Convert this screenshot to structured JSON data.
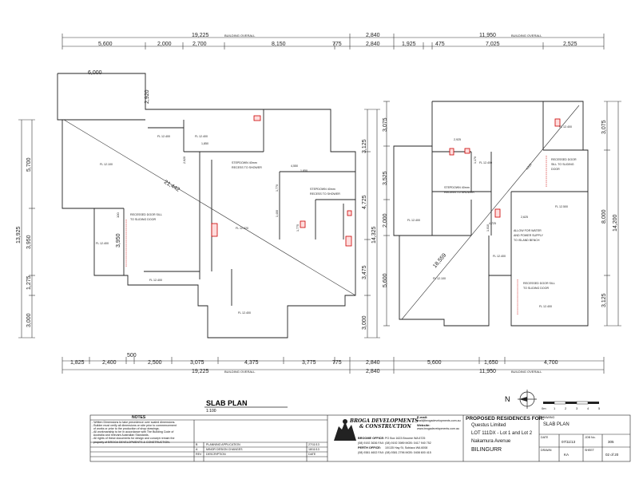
{
  "drawing": {
    "title": "SLAB PLAN",
    "scale": "1:100",
    "north_label": "N",
    "scale_bar_ticks": [
      "0m",
      "1",
      "2",
      "3",
      "4",
      "5"
    ]
  },
  "left_plan": {
    "top_overall": "19,225",
    "building_overall": "BUILDING OVERALL",
    "top_segments": [
      "5,600",
      "2,000",
      "2,700",
      "8,150",
      "775"
    ],
    "bottom_segments": [
      "1,825",
      "2,400",
      "500",
      "2,500",
      "3,075",
      "4,375",
      "3,775",
      "775"
    ],
    "bottom_overall": "19,225",
    "left_overall": "13,925",
    "left_segments": [
      "5,700",
      "3,950",
      "1,275",
      "3,000"
    ],
    "right_segments": [
      "3,125",
      "4,725",
      "3,475",
      "3,000"
    ],
    "right_overall": "14,325",
    "top_block_width": "6,000",
    "top_block_depth": "2,920",
    "diagonal": "21,442",
    "labels": {
      "fl_12100": "FL 12.100",
      "fl_12400_a": "FL 12.400",
      "fl_12400_b": "FL 12.400",
      "fl_12400_c": "FL 12.400",
      "fl_12400_d": "FL 12.400",
      "fl_12020": "FL 12.020",
      "fl_12400_e": "FL 12.400",
      "stepdown_1": "STEPDOWN 40mm",
      "recess_1": "RECESS TO SHOWER",
      "stepdown_2": "STEPDOWN 40mm",
      "recess_2": "RECESS TO SHOWER",
      "recessed_door": "RECESSED DOOR SILL",
      "recessed_door_2": "TO SLIDING DOOR",
      "d_1850": "1,850",
      "d_4550": "4,550",
      "d_1850b": "1,850",
      "d_2620": "2,620",
      "d_100": "100",
      "d_3950": "3,950",
      "d_1770": "1,770",
      "d_1400": "1,400",
      "d_1775": "1,775"
    }
  },
  "right_plan": {
    "top_overall": "11,950",
    "top_left_overall": "2,840",
    "building_overall": "BUILDING OVERALL",
    "top_segments": [
      "2,840",
      "1,925",
      "475",
      "7,025",
      "2,525"
    ],
    "bottom_segments": [
      "2,840",
      "5,600",
      "1,650",
      "4,700"
    ],
    "bottom_overall_left": "2,840",
    "bottom_overall": "11,950",
    "left_segments": [
      "3,075",
      "3,525",
      "2,000",
      "5,600"
    ],
    "right_segments": [
      "3,075",
      "8,000",
      "3,125"
    ],
    "right_overall": "14,200",
    "diagonal": "18,559",
    "labels": {
      "fl_12400_a": "FL 12.400",
      "fl_12400_b": "FL 12.400",
      "fl_12500": "FL 12.500",
      "fl_12400_c": "FL 12.400",
      "fl_12100": "FL 12.100",
      "fl_12400_d": "FL 12.400",
      "fl_12400_e": "FL 12.400",
      "stepdown": "STEPDOWN 40mm",
      "recess": "RECESS TO SHOWER",
      "recessed_door": "RECESSED DOOR",
      "recessed_door_2": "SILL TO SLIDING",
      "recessed_door_3": "DOOR",
      "allow_1": "ALLOW FOR WATER",
      "allow_2": "AND POWER SUPPLY",
      "allow_3": "TO ISLAND BENCH",
      "recessed_sill": "RECESSED DOOR SILL",
      "recessed_sill_2": "TO SLIDING DOOR",
      "d_4225": "4,225",
      "d_4725": "4,725",
      "d_2625": "2,625",
      "d_2925": "2,925",
      "d_1170": "1,170",
      "d_1010": "1,010"
    }
  },
  "title_block": {
    "notes_title": "NOTES",
    "notes": [
      "- Written Dimensions to take precedence over scaled dimensions.",
      "- Builder must verify all dimensions on site prior to commencement",
      "  of works or prior to the production of shop drawings.",
      "- All workmanship to be in accordance with The Building Code of",
      "  Australia and relevant Australian Standards.",
      "- All rights of these documents for design and concept remain the",
      "  property of BROGA DEVELOPMENTS & CONSTRUCTION."
    ],
    "revisions": [
      {
        "rev": "B",
        "desc": "PLANNING APPLICATION",
        "date": "27/11/13"
      },
      {
        "rev": "A",
        "desc": "MINOR DESIGN CHANGES",
        "date": "18/11/13"
      },
      {
        "rev": "REV",
        "desc": "DESCRIPTION",
        "date": "DATE"
      }
    ],
    "company_name_1": "BROGA DEVELOPMENTS",
    "company_name_2": "& CONSTRUCTION",
    "email_label": "E-mail:",
    "email": "mail@brogadevelopments.com.au",
    "website_label": "Website:",
    "website": "www.brogadevelopments.com.au",
    "broome_office": "BROOME OFFICE:",
    "broome_addr": "PO Box 1623 Broome WA 6725",
    "broome_phone": "(08) 9192 3636 FAX: (08) 9192 3989 MOB: 0417 940 752",
    "perth_office": "PERTH OFFICE:",
    "perth_addr": "10/135 Hay St, Subiaco WA 6008",
    "perth_phone": "(08) 9381 4602 FAX: (08) 9381 2796 MOB: 0408 600 415",
    "project_title": "PROPOSED RESIDENCES FOR:",
    "client": "Questus Limited",
    "lot": "LOT 111DX - Lot 1 and Lot 2",
    "street": "Nakamura Avenue",
    "suburb": "BILINGURR",
    "drawing_label": "DRAWING",
    "drawing_value": "SLAB PLAN",
    "date_label": "DATE",
    "date_value": "07/11/13",
    "job_label": "JOB No.",
    "job_value": "305",
    "drawn_label": "DRAWN",
    "drawn_value": "KA",
    "sheet_label": "SHEET",
    "sheet_value": "02 of 20"
  }
}
